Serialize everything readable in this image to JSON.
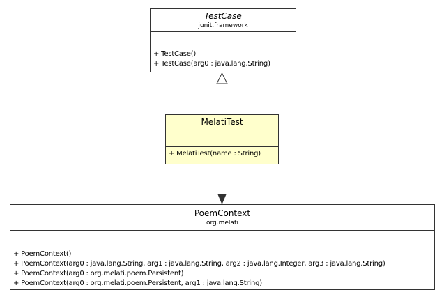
{
  "diagram_type": "uml-class-diagram",
  "classes": {
    "testcase": {
      "name": "TestCase",
      "package": "junit.framework",
      "methods": [
        "+ TestCase()",
        "+ TestCase(arg0 : java.lang.String)"
      ]
    },
    "melatitest": {
      "name": "MelatiTest",
      "methods": [
        "+ MelatiTest(name : String)"
      ]
    },
    "poemcontext": {
      "name": "PoemContext",
      "package": "org.melati",
      "methods": [
        "+ PoemContext()",
        "+ PoemContext(arg0 : java.lang.String, arg1 : java.lang.String, arg2 : java.lang.Integer, arg3 : java.lang.String)",
        "+ PoemContext(arg0 : org.melati.poem.Persistent)",
        "+ PoemContext(arg0 : org.melati.poem.Persistent, arg1 : java.lang.String)"
      ]
    }
  },
  "relationships": [
    {
      "from": "MelatiTest",
      "to": "TestCase",
      "type": "generalization"
    },
    {
      "from": "MelatiTest",
      "to": "PoemContext",
      "type": "dependency"
    }
  ],
  "colors": {
    "highlight_fill": "#FFFFCC",
    "class_fill": "#FFFFFF",
    "border": "#333333",
    "background": "#FFFFFF"
  }
}
